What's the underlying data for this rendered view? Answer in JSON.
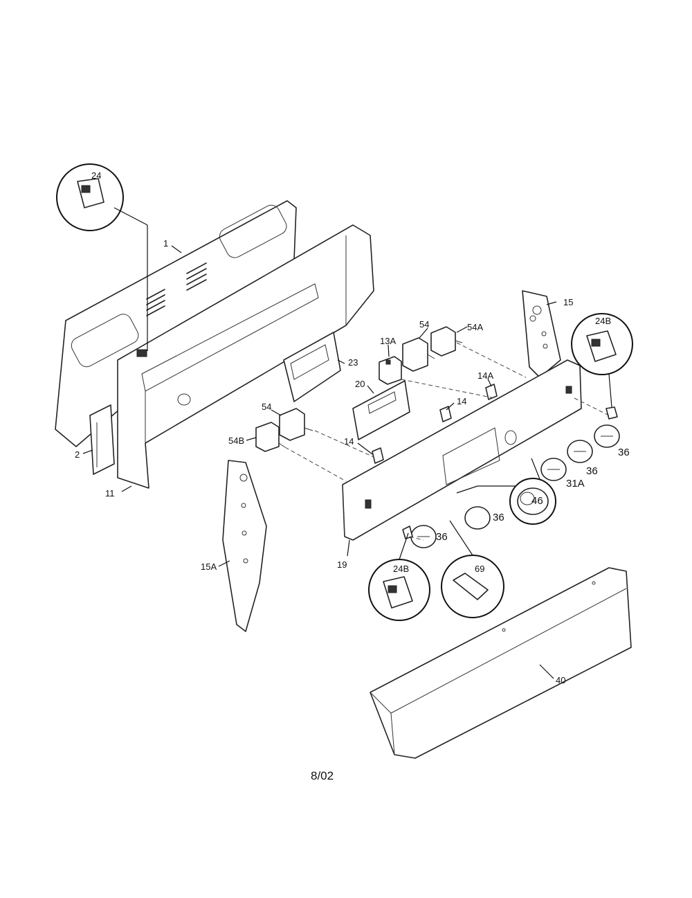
{
  "labels": {
    "p1": "1",
    "p2": "2",
    "p11": "11",
    "p13A": "13A",
    "p14a": "14",
    "p14b": "14",
    "p14A": "14A",
    "p15": "15",
    "p15A": "15A",
    "p19": "19",
    "p20": "20",
    "p23": "23",
    "p24": "24",
    "p24B_top": "24B",
    "p24B_bottom": "24B",
    "p31A": "31A",
    "p36_a": "36",
    "p36_b": "36",
    "p36_c": "36",
    "p36_d": "36",
    "p40": "40",
    "p46": "46",
    "p54_top": "54",
    "p54A": "54A",
    "p54_left": "54",
    "p54B": "54B",
    "p69": "69"
  },
  "footer": {
    "date_code": "8/02"
  }
}
